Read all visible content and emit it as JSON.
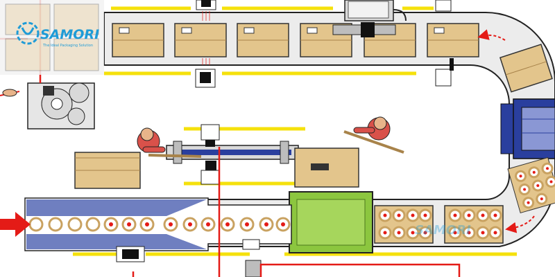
{
  "logo": {
    "name": "SAMORI",
    "tagline": "The Ideal Packaging Solution"
  },
  "watermark": {
    "name": "SAMORI"
  },
  "colors": {
    "conveyor_track": "#e6e6e6",
    "box": "#e3c58c",
    "box_dark": "#c9a261",
    "guide_line": "#f5e10c",
    "red_line": "#e41b17",
    "blue_machine": "#2a3f9e",
    "green_machine": "#8cc63f",
    "infeed_lane": "#6f7fc0",
    "worker_shirt": "#d9514a",
    "logo_blue": "#1e9bd7"
  }
}
